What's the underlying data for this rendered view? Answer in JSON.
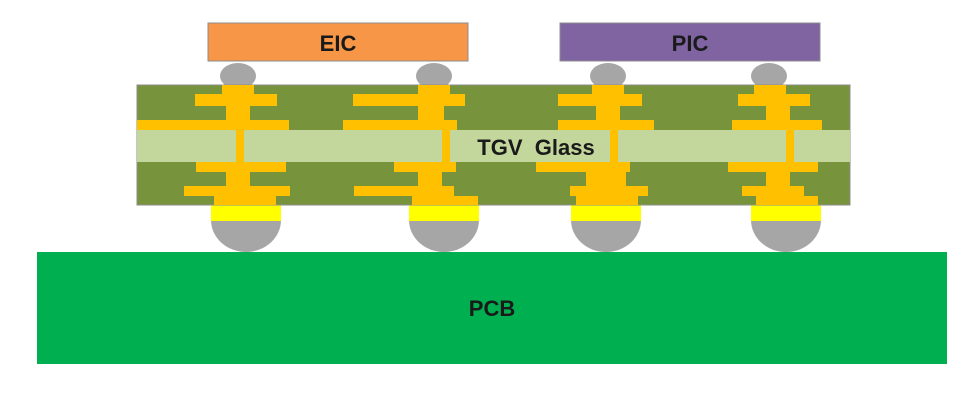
{
  "labels": {
    "eic": "EIC",
    "pic": "PIC",
    "interposer": "TGV  Glass",
    "pcb": "PCB"
  },
  "colors": {
    "eic": "#f79646",
    "pic": "#8064a2",
    "substrate": "#77933c",
    "glass": "#c3d69b",
    "copper": "#ffc000",
    "pad": "#ffff00",
    "bump": "#a6a6a6",
    "pcb": "#00b050"
  }
}
